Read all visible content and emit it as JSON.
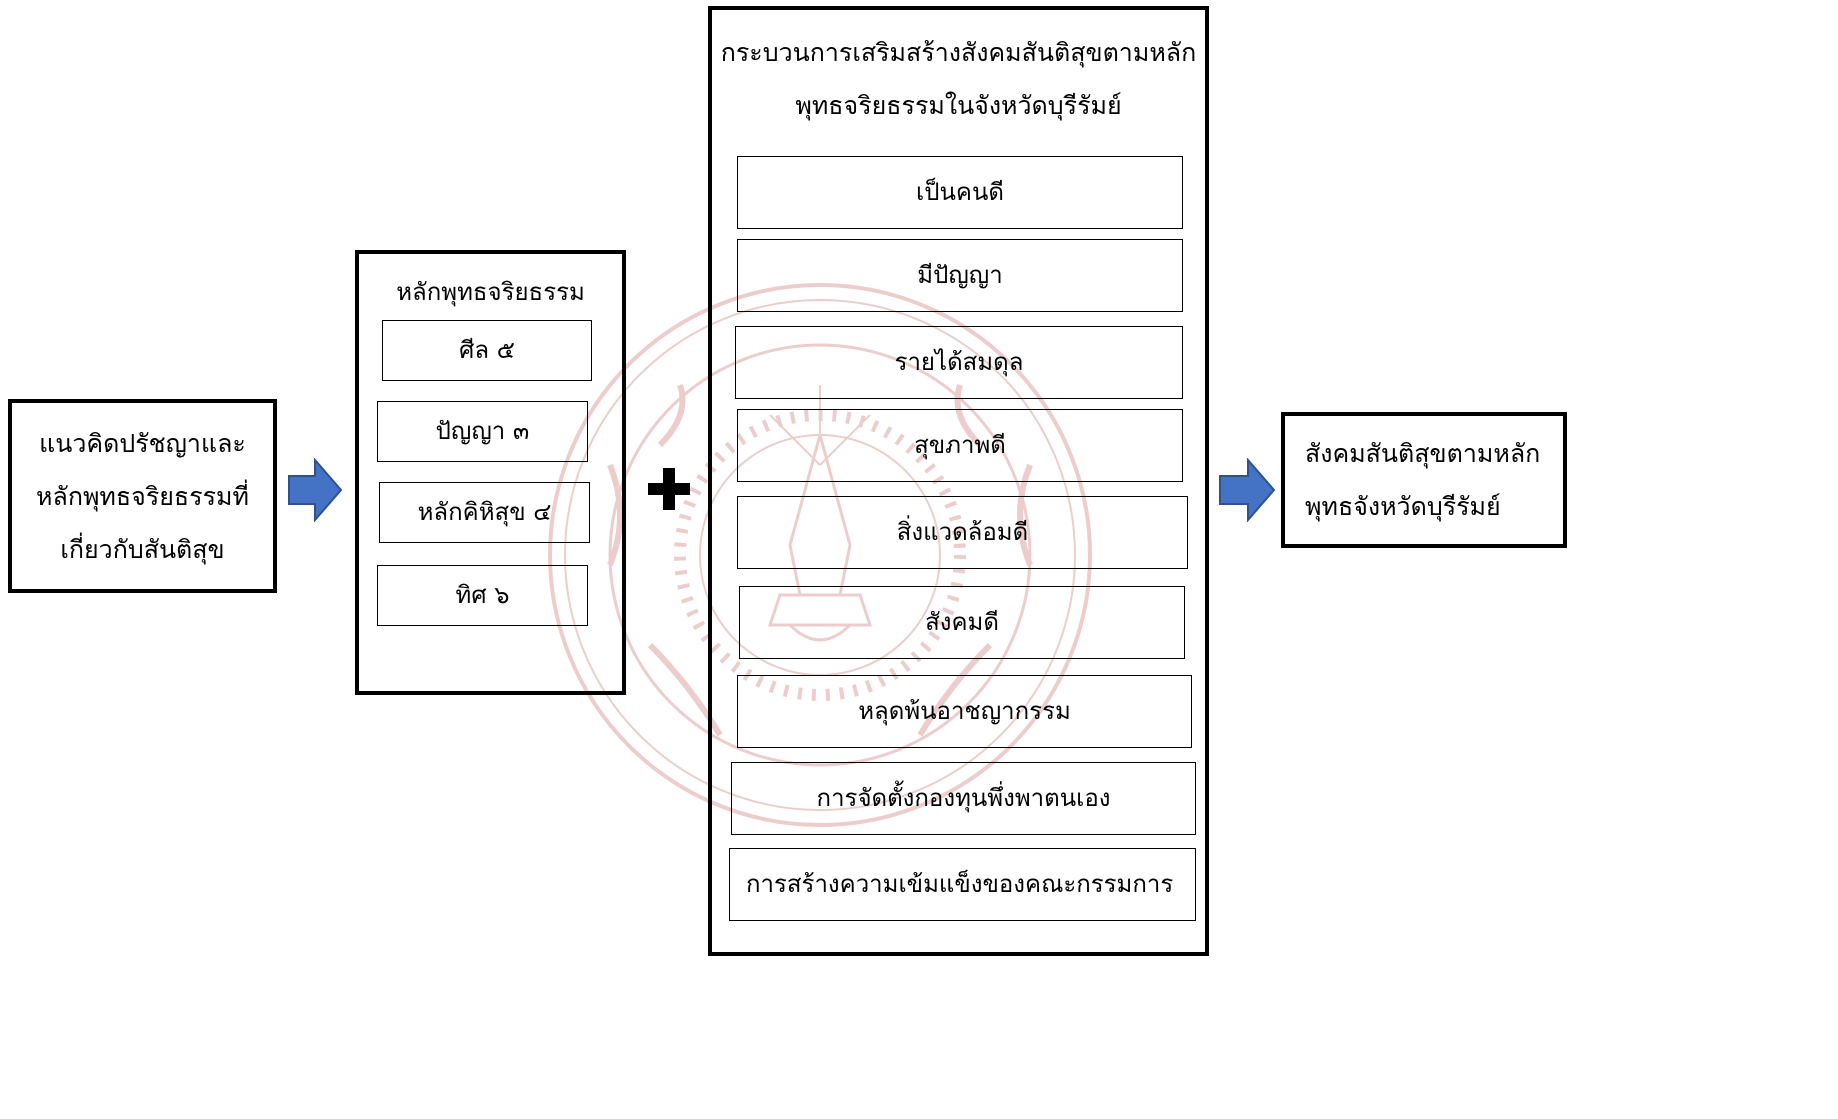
{
  "input_concept": "แนวคิดปรัชญาและ\nหลักพุทธจริยธรรมที่\nเกี่ยวกับสันติสุข",
  "principles": {
    "title": "หลักพุทธจริยธรรม",
    "items": [
      "ศีล ๕",
      "ปัญญา ๓",
      "หลักคิหิสุข ๔",
      "ทิศ ๖"
    ]
  },
  "process": {
    "title": "กระบวนการเสริมสร้างสังคมสันติสุขตามหลัก\nพุทธจริยธรรมในจังหวัดบุรีรัมย์",
    "items": [
      "เป็นคนดี",
      "มีปัญญา",
      "รายได้สมดุล",
      "สุขภาพดี",
      "สิ่งแวดล้อมดี",
      "สังคมดี",
      "หลุดพ้นอาชญากรรม",
      "การจัดตั้งกองทุนพึ่งพาตนเอง",
      "การสร้างความเข้มแข็งของคณะกรรมการ"
    ]
  },
  "result": "สังคมสันติสุขตามหลัก\nพุทธจังหวัดบุรีรัมย์",
  "colors": {
    "arrow": "#4472c4",
    "watermark": "#c0504d"
  }
}
